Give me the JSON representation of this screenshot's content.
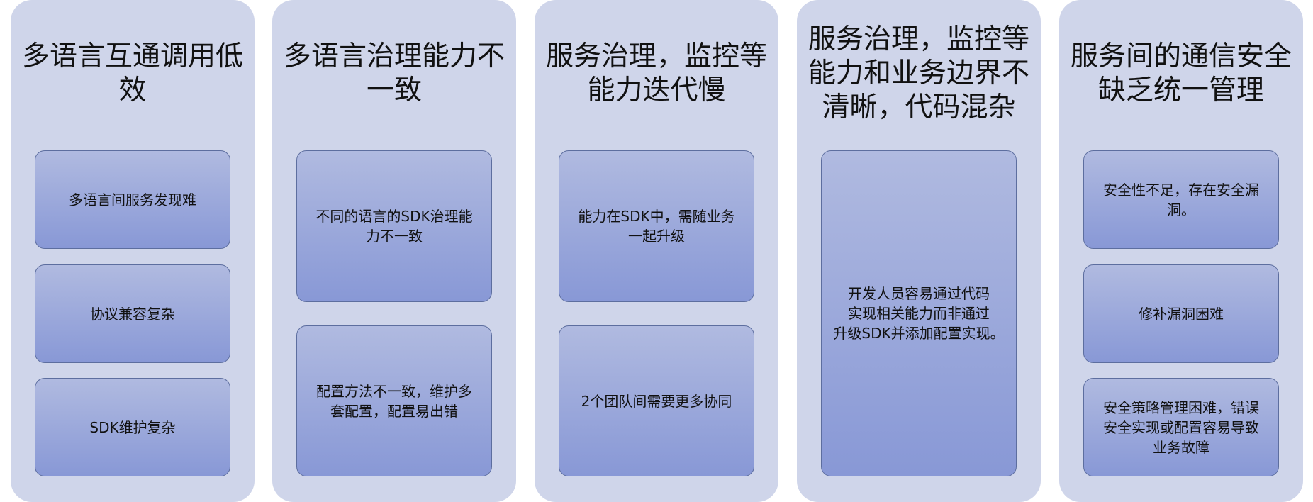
{
  "columns": [
    {
      "title": "多语言互通调用低\n效",
      "cards": [
        "多语言间服务发现难",
        "协议兼容复杂",
        "SDK维护复杂"
      ]
    },
    {
      "title": "多语言治理能力不\n一致",
      "cards": [
        "不同的语言的SDK治理能\n力不一致",
        "配置方法不一致，维护多\n套配置，配置易出错"
      ]
    },
    {
      "title": "服务治理，监控等\n能力迭代慢",
      "cards": [
        "能力在SDK中，需随业务\n一起升级",
        "2个团队间需要更多协同"
      ]
    },
    {
      "title": "服务治理，监控等\n能力和业务边界不\n清晰，代码混杂",
      "cards": [
        "开发人员容易通过代码\n实现相关能力而非通过\n升级SDK并添加配置实现。"
      ]
    },
    {
      "title": "服务间的通信安全\n缺乏统一管理",
      "cards": [
        "安全性不足，存在安全漏\n洞。",
        "修补漏洞困难",
        "安全策略管理困难，错误\n安全实现或配置容易导致\n业务故障"
      ]
    }
  ]
}
